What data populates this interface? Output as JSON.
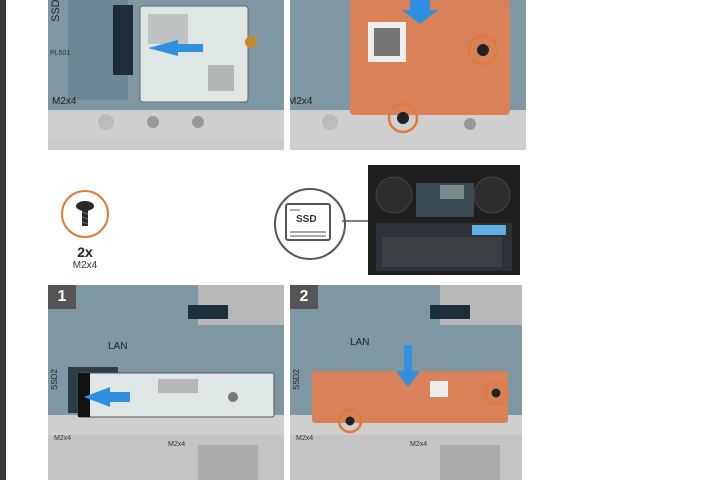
{
  "silkscreen": {
    "ssd2": "SSD2",
    "pl501": "PL501",
    "m2x4": "M2x4",
    "lan": "LAN",
    "m2x4_small": "M2x4"
  },
  "screw_callout": {
    "quantity": "2x",
    "type": "M2x4"
  },
  "location_icon": {
    "label": "SSD"
  },
  "steps": [
    {
      "number": "1"
    },
    {
      "number": "2"
    }
  ],
  "colors": {
    "highlight": "#e07a3a",
    "arrow": "#2f8fe0",
    "board": "#6e8794",
    "copper": "#d9825a",
    "badge": "#555555"
  }
}
